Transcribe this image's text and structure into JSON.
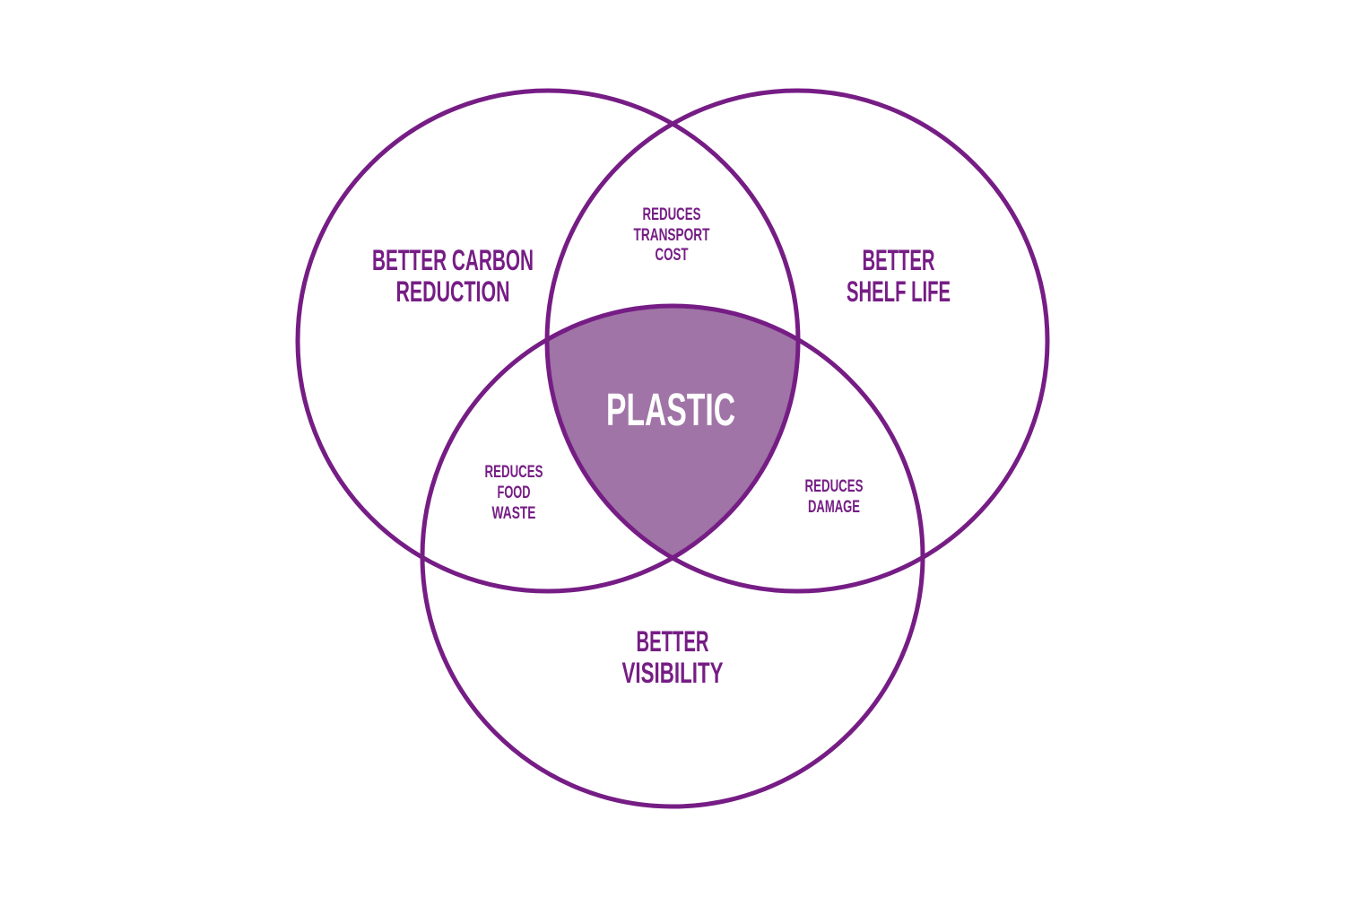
{
  "colors": {
    "stroke": "#761d85",
    "center_fill": "#a074a6",
    "center_text": "#ffffff"
  },
  "sets": {
    "left": [
      "BETTER CARBON",
      "REDUCTION"
    ],
    "right": [
      "BETTER",
      "SHELF LIFE"
    ],
    "bottom": [
      "BETTER",
      "VISIBILITY"
    ]
  },
  "overlaps": {
    "left_right": [
      "REDUCES",
      "TRANSPORT",
      "COST"
    ],
    "left_bottom": [
      "REDUCES",
      "FOOD",
      "WASTE"
    ],
    "right_bottom": [
      "REDUCES",
      "DAMAGE"
    ]
  },
  "center": "PLASTIC"
}
